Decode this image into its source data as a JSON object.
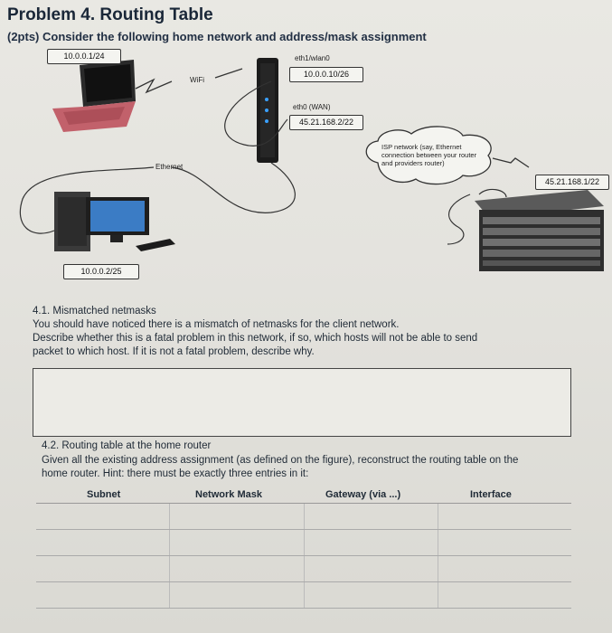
{
  "title": "Problem 4.  Routing Table",
  "subtitle": "(2pts) Consider the following home network and address/mask assignment",
  "diagram": {
    "laptop_addr": "10.0.0.1/24",
    "wifi_label": "WiFi",
    "eth1_label": "eth1/wlan0",
    "eth1_addr": "10.0.0.10/26",
    "eth0_label": "eth0 (WAN)",
    "eth0_addr": "45.21.168.2/22",
    "isp_note": "ISP network (say, Ethernet connection between your router and providers router)",
    "ethernet_label": "Ethernet",
    "isp_router_addr": "45.21.168.1/22",
    "pc_addr": "10.0.0.2/25"
  },
  "q41": {
    "heading": "4.1.   Mismatched netmasks",
    "line1": "You should have noticed there is a mismatch of netmasks for the client network.",
    "line2": "Describe whether this is a fatal problem in this network, if so, which hosts will not be able to send",
    "line3": "packet to which host.  If it is not a fatal problem, describe why."
  },
  "q42": {
    "heading": "4.2.   Routing table at the home router",
    "line1": "Given all the existing address assignment (as defined on the figure), reconstruct the routing table on the",
    "line2": "home router. Hint: there must be exactly three entries in it:"
  },
  "table": {
    "columns": [
      "Subnet",
      "Network Mask",
      "Gateway (via ...)",
      "Interface"
    ]
  },
  "colors": {
    "laptop": "#c2616b",
    "router": "#1b1b1b",
    "router_led": "#3aa0ff"
  }
}
